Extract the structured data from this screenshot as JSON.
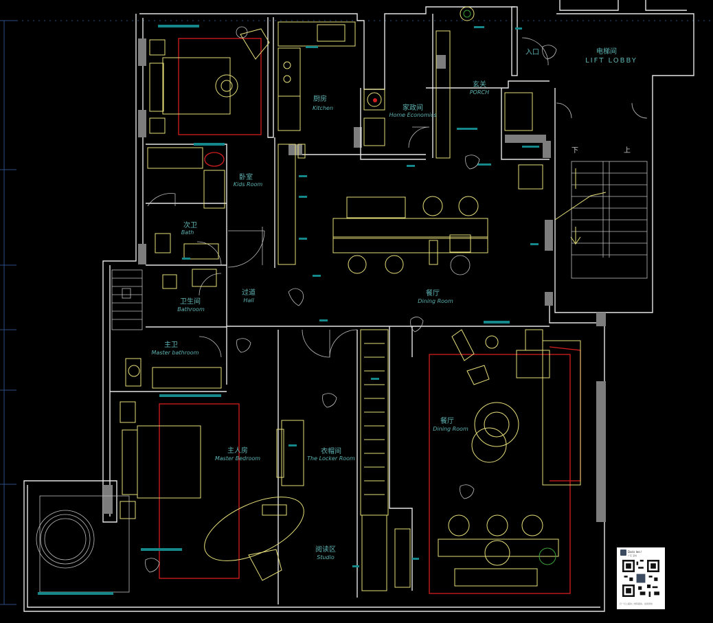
{
  "rooms": {
    "kitchen": {
      "cn": "厨房",
      "en": "Kitchen"
    },
    "home_economics": {
      "cn": "家政间",
      "en": "Home Economics"
    },
    "porch": {
      "cn": "玄关",
      "en": "PORCH"
    },
    "lift_lobby": {
      "cn": "电梯间",
      "en": "LIFT LOBBY"
    },
    "entrance": {
      "cn": "入口"
    },
    "kids_room": {
      "cn": "卧室",
      "en": "Kids Room"
    },
    "second_bath": {
      "cn": "次卫",
      "en": "Bath"
    },
    "hall": {
      "cn": "过道",
      "en": "Hall"
    },
    "bathroom": {
      "cn": "卫生间",
      "en": "Bathroom"
    },
    "dining_top": {
      "cn": "餐厅",
      "en": "Dining Room"
    },
    "master_bathroom": {
      "cn": "主卫",
      "en": "Master bathroom"
    },
    "master_bedroom": {
      "cn": "主人房",
      "en": "Master Bedroom"
    },
    "locker_room": {
      "cn": "衣帽间",
      "en": "The Locker Room"
    },
    "dining_lower": {
      "cn": "餐厅",
      "en": "Dining Room"
    },
    "studio": {
      "cn": "阅读区",
      "en": "Studio"
    }
  },
  "stairs": {
    "down": "下",
    "up": "上"
  },
  "qr_card": {
    "name": "Doris lee.!",
    "sub": "广东 深圳",
    "footer": "扫一扫上面的二维码图案，加我微信"
  },
  "colors": {
    "wall": "#e6e6e6",
    "furniture": "#e8e07a",
    "rug": "#d51f1f",
    "label": "#5fb3b3",
    "tag": "#14888a",
    "dimension": "#2c4c86"
  }
}
